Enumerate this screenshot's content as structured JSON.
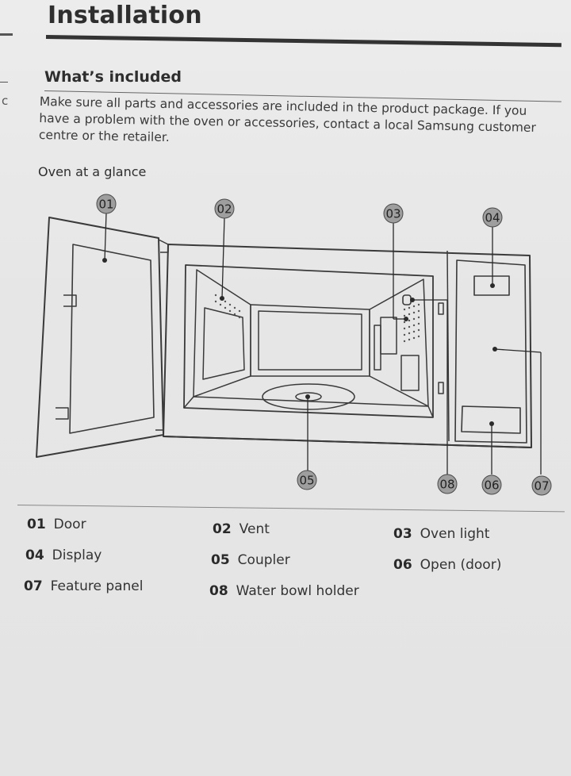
{
  "header": {
    "title": "Installation"
  },
  "section": {
    "heading": "What’s included",
    "intro": "Make sure all parts and accessories are included in the product package. If you have a problem with the oven or accessories, contact a local Samsung customer centre or the retailer.",
    "edge_letter": "c"
  },
  "diagram": {
    "caption": "Oven at a glance",
    "callouts": [
      "01",
      "02",
      "03",
      "04",
      "05",
      "06",
      "07",
      "08"
    ]
  },
  "legend": [
    {
      "num": "01",
      "label": "Door"
    },
    {
      "num": "02",
      "label": "Vent"
    },
    {
      "num": "03",
      "label": "Oven light"
    },
    {
      "num": "04",
      "label": "Display"
    },
    {
      "num": "05",
      "label": "Coupler"
    },
    {
      "num": "06",
      "label": "Open (door)"
    },
    {
      "num": "07",
      "label": "Feature panel"
    },
    {
      "num": "08",
      "label": "Water bowl holder"
    }
  ]
}
